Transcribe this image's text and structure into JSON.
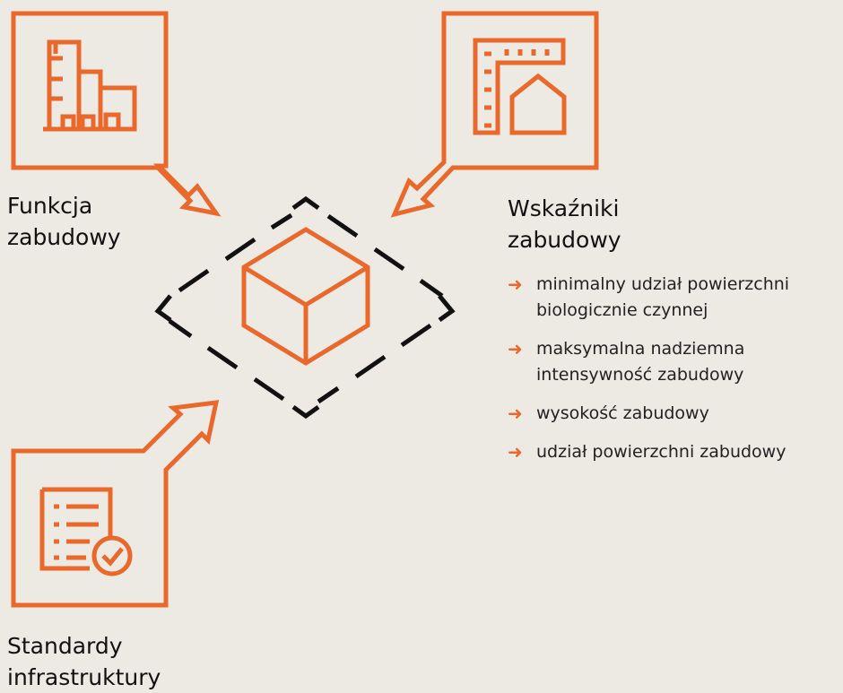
{
  "labels": {
    "funkcja": [
      "Funkcja",
      "zabudowy"
    ],
    "wskazniki": [
      "Wskaźniki",
      "zabudowy"
    ],
    "standardy": [
      "Standardy",
      "infrastruktury"
    ]
  },
  "indicators": [
    [
      "minimalny udział powierzchni",
      "biologicznie czynnej"
    ],
    [
      "maksymalna nadziemna",
      "intensywność zabudowy"
    ],
    [
      "wysokość zabudowy"
    ],
    [
      "udział powierzchni zabudowy"
    ]
  ],
  "icons": {
    "building": "building-icon",
    "measure": "ruler-house-icon",
    "checklist": "checklist-check-icon",
    "center": "cube-icon",
    "bullet": "arrow-right-icon"
  },
  "colors": {
    "accent": "#e9692c",
    "background": "#ede9e3",
    "text": "#111111",
    "dash": "#111111"
  }
}
